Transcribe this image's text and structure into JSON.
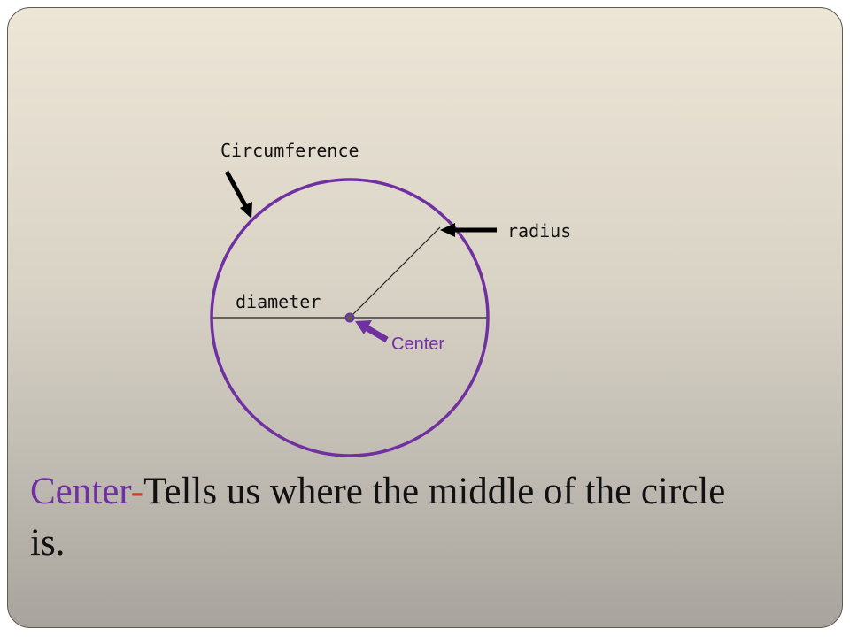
{
  "colors": {
    "circle": "#7030a0",
    "term": "#7030a0",
    "dash": "#d63a2a",
    "text": "#111111",
    "arrow_black": "#000000",
    "arrow_center": "#7030a0",
    "center_label": "#7030a0"
  },
  "diagram": {
    "labels": {
      "circumference": "Circumference",
      "radius": "radius",
      "diameter": "diameter",
      "center": "Center"
    }
  },
  "caption": {
    "term": "Center",
    "dash": "-",
    "line1_rest": "Tells us where the middle of the circle",
    "line2": "is."
  }
}
